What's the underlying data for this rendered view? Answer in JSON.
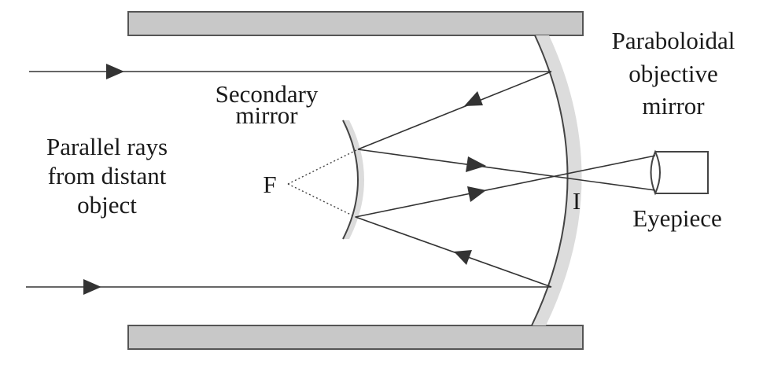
{
  "labels": {
    "parallel_rays": [
      "Parallel rays",
      "from distant",
      "object"
    ],
    "secondary_mirror": [
      "Secondary",
      "mirror"
    ],
    "objective_mirror": [
      "Paraboloidal",
      "objective",
      "mirror"
    ],
    "focus": "F",
    "image": "I",
    "eyepiece": "Eyepiece"
  },
  "colors": {
    "tube": "#c8c8c8",
    "tube_stroke": "#555555",
    "mirror_fill": "#dcdcdc",
    "ray": "#333333",
    "text": "#1a1a1a"
  }
}
